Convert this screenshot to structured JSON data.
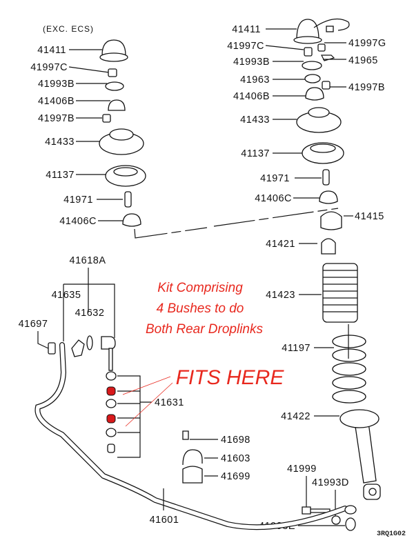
{
  "left_assembly": {
    "heading": "(EXC. ECS)",
    "labels": [
      "41411",
      "41997C",
      "41993B",
      "41406B",
      "41997B",
      "41433",
      "41137",
      "41971",
      "41406C"
    ]
  },
  "right_assembly": {
    "labels_left": [
      "41411",
      "41997C",
      "41993B",
      "41963",
      "41406B",
      "41433",
      "41137",
      "41971",
      "41406C",
      "41421",
      "41423",
      "41197",
      "41422",
      "41993E"
    ],
    "labels_right": [
      "41997G",
      "41965",
      "41997B",
      "41415"
    ],
    "lower": [
      "41999",
      "41993D"
    ]
  },
  "stabilizer": {
    "labels": [
      "41618A",
      "41635",
      "41632",
      "41697",
      "41631",
      "41698",
      "41603",
      "41699",
      "41601"
    ]
  },
  "annotation": {
    "kit_lines": [
      "Kit Comprising",
      "4 Bushes to do",
      "Both Rear Droplinks"
    ],
    "fits_here": "FITS HERE",
    "highlight_color": "#e8281e"
  },
  "diagram_code": "3RQ1G02"
}
